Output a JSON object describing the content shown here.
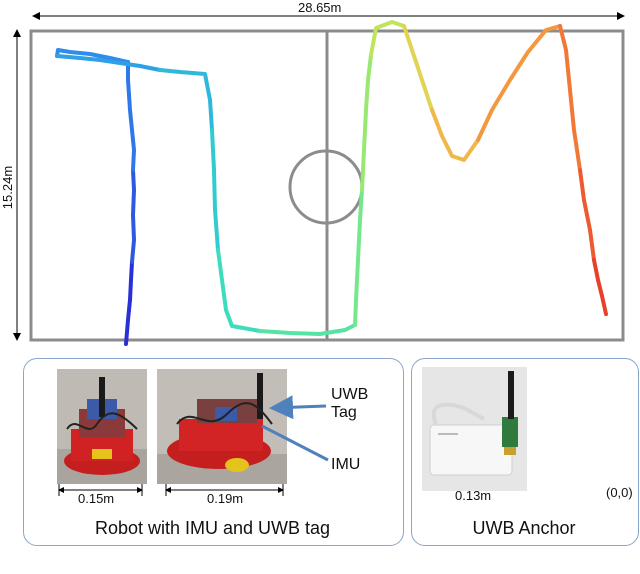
{
  "field": {
    "width_label": "28.65m",
    "height_label": "15.24m"
  },
  "colors": {
    "field_line": "#8c8c8c",
    "panel_border": "#8aa6cc",
    "arrow": "#4f81bd"
  },
  "robot_panel": {
    "caption": "Robot with IMU and UWB tag",
    "dim_left": "0.15m",
    "dim_right": "0.19m",
    "uwb_tag_label": "UWB Tag",
    "imu_label": "IMU"
  },
  "anchor_panel": {
    "caption": "UWB Anchor",
    "dim": "0.13m",
    "origin_label": "(0,0)"
  }
}
